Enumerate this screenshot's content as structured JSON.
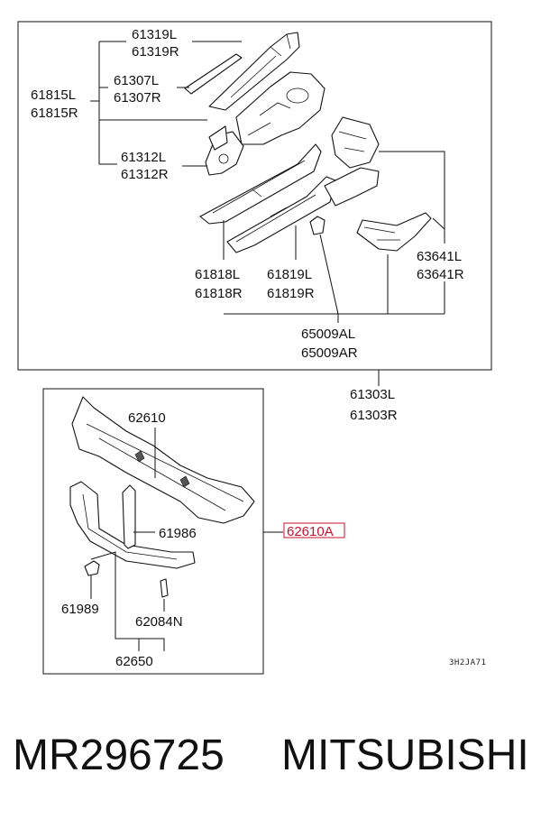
{
  "diagram": {
    "upper_group": {
      "labels": {
        "p61319L": "61319L",
        "p61319R": "61319R",
        "p61307L": "61307L",
        "p61307R": "61307R",
        "p61815L": "61815L",
        "p61815R": "61815R",
        "p61312L": "61312L",
        "p61312R": "61312R",
        "p63641L": "63641L",
        "p63641R": "63641R",
        "p61818L": "61818L",
        "p61818R": "61818R",
        "p61819L": "61819L",
        "p61819R": "61819R",
        "p65009AL": "65009AL",
        "p65009AR": "65009AR"
      },
      "assembly_label_l": "61303L",
      "assembly_label_r": "61303R"
    },
    "lower_group": {
      "labels": {
        "p62610": "62610",
        "p61986": "61986",
        "p61989": "61989",
        "p62084N": "62084N",
        "p62650": "62650"
      },
      "assembly_label": "62610A",
      "assembly_label_color": "#c8102e"
    },
    "diagram_code": "3H2JA71"
  },
  "footer": {
    "part_number": "MR296725",
    "brand": "MITSUBISHI"
  }
}
